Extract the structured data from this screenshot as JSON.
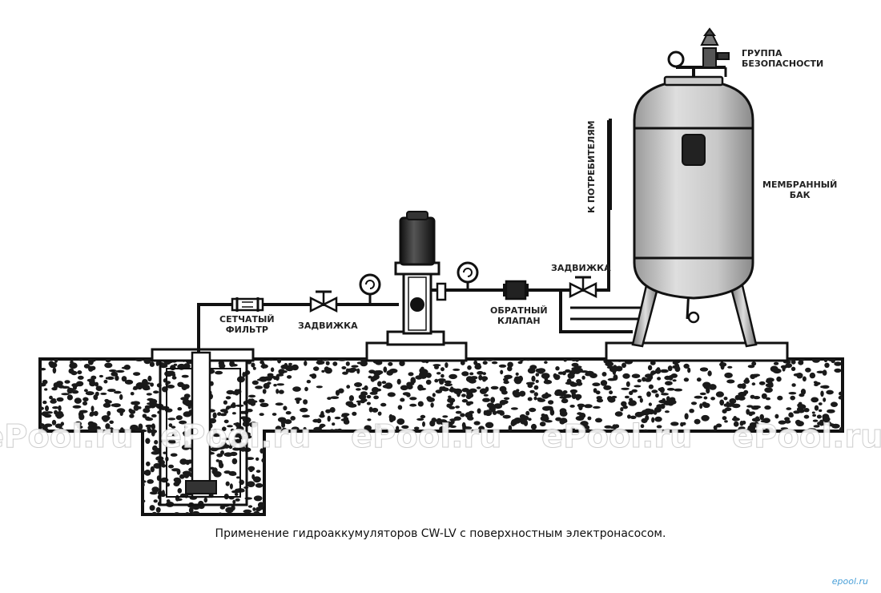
{
  "labels": {
    "safety_group": [
      "ГРУППА",
      "БЕЗОПАСНОСТИ"
    ],
    "to_consumers": "К ПОТРЕБИТЕЛЯМ",
    "membrane_tank": [
      "МЕМБРАННЫЙ",
      "БАК"
    ],
    "valve_right": "ЗАДВИЖКА",
    "check_valve": [
      "ОБРАТНЫЙ",
      "КЛАПАН"
    ],
    "mesh_filter": [
      "СЕТЧАТЫЙ",
      "ФИЛЬТР"
    ],
    "valve_left": "ЗАДВИЖКА"
  },
  "caption": "Применение гидроаккумуляторов CW-LV с поверхностным электронасосом.",
  "watermark": "ePool.ru",
  "corner_mark": "epool.ru",
  "colors": {
    "line": "#1a1a1a",
    "tank_fill": "#cfcfcf",
    "pump_fill": "#2a2a2a",
    "ground_fill": "#ffffff",
    "caption": "#111111"
  }
}
